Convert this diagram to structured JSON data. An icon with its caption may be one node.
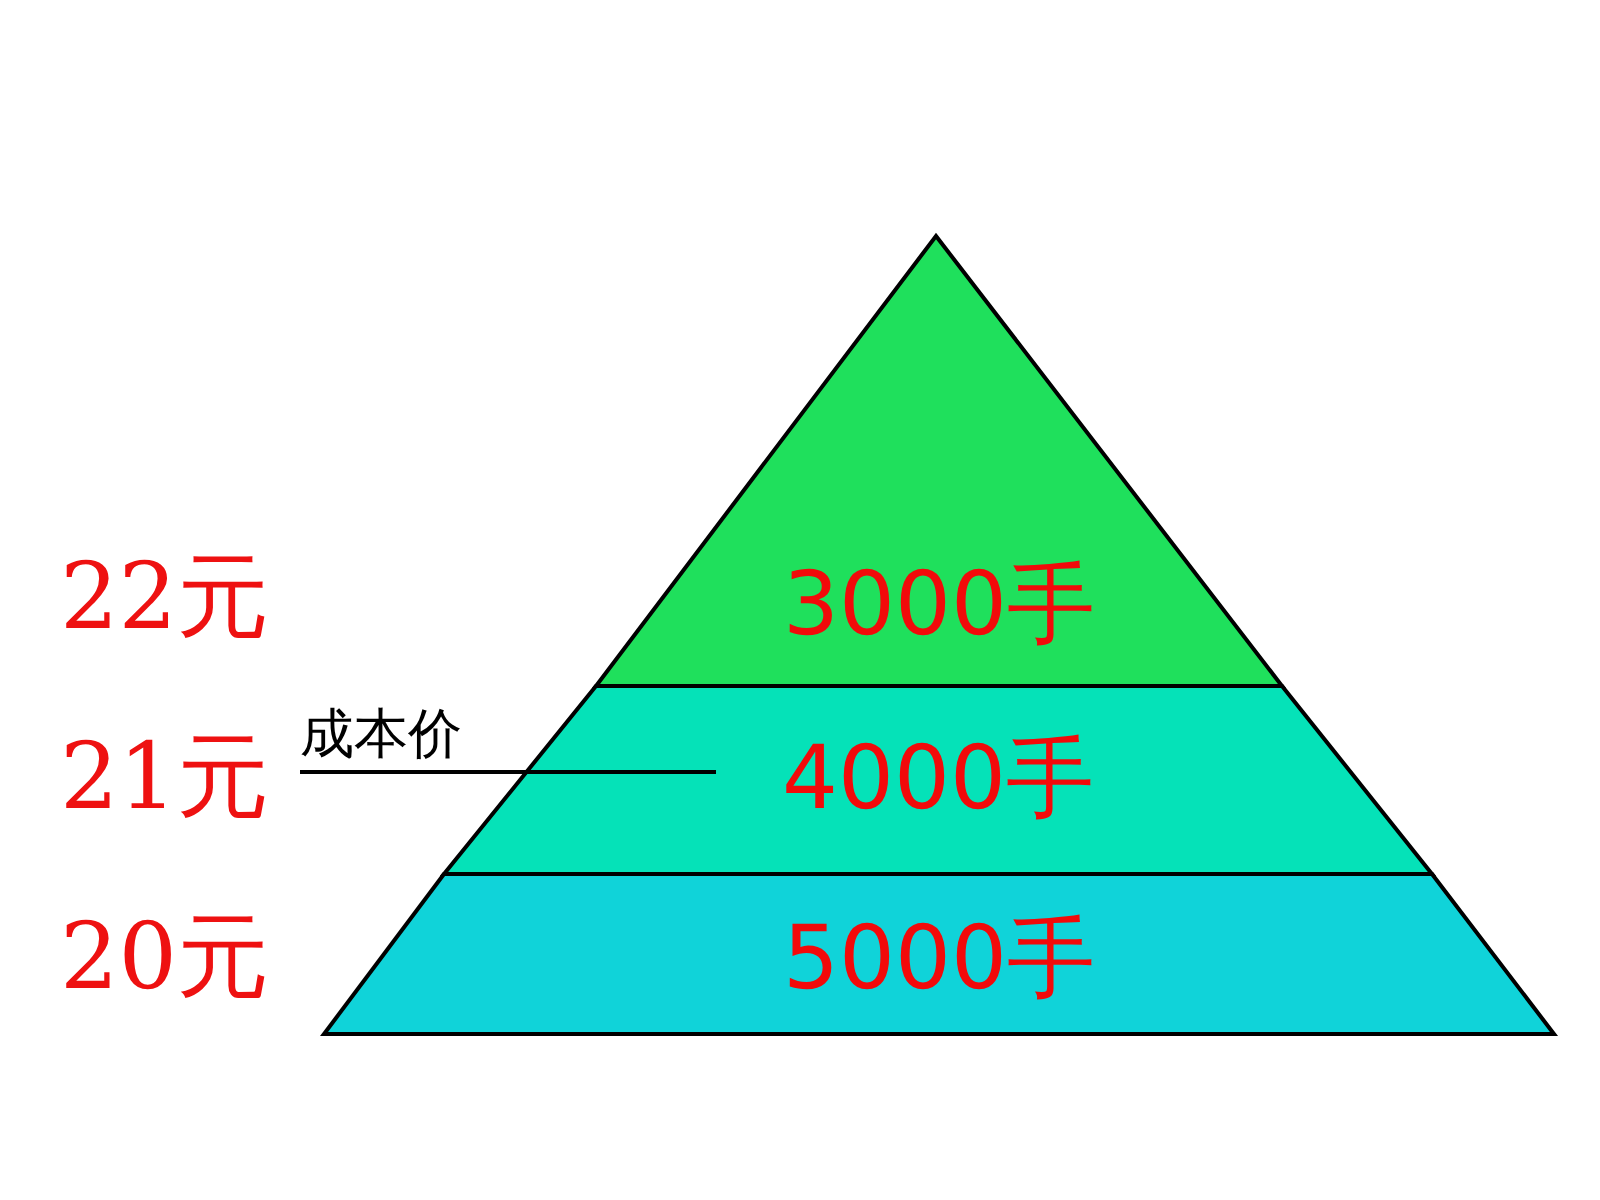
{
  "diagram": {
    "nodes": [
      {
        "text": [
          "3000手"
        ]
      },
      {
        "text": [
          "4000手"
        ]
      },
      {
        "text": [
          "5000手"
        ]
      },
      {
        "text": [
          "成本价"
        ]
      }
    ],
    "edges": [
      {
        "from": 3,
        "to": 1,
        "arrow": "none"
      }
    ],
    "labels": [
      "22元",
      "21元",
      "20元"
    ]
  }
}
